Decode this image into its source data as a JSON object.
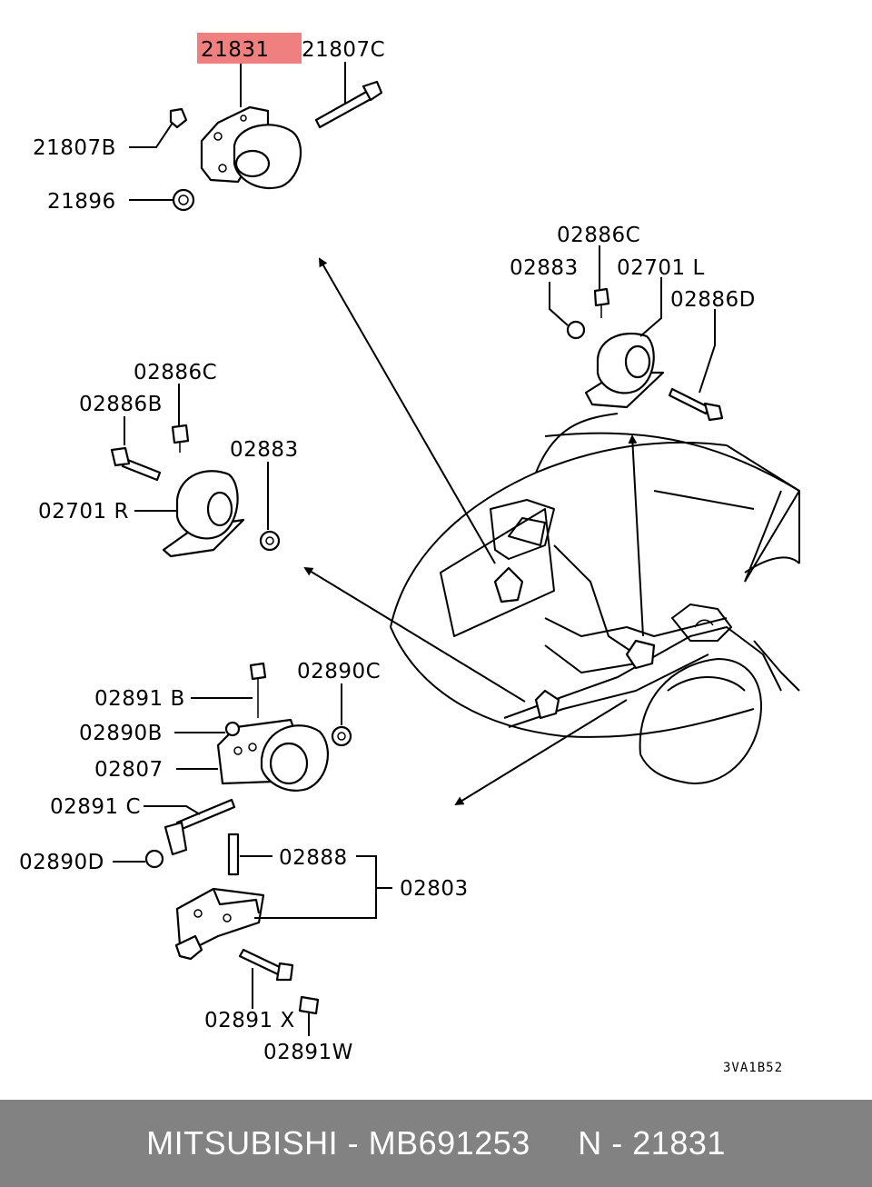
{
  "highlight_color": "#f08080",
  "footer_bg": "#828282",
  "labels": {
    "highlight": "21831",
    "l_21807C": "21807C",
    "l_21807B": "21807B",
    "l_21896": "21896",
    "l_02886C_top": "02886C",
    "l_02883_top": "02883",
    "l_02701L": "02701 L",
    "l_02886D": "02886D",
    "l_02886C_left": "02886C",
    "l_02886B": "02886B",
    "l_02883_left": "02883",
    "l_02701R": "02701 R",
    "l_02890C": "02890C",
    "l_02891B": "02891 B",
    "l_02890B": "02890B",
    "l_02807": "02807",
    "l_02891C": "02891 C",
    "l_02890D": "02890D",
    "l_02888": "02888",
    "l_02803": "02803",
    "l_02891X": "02891 X",
    "l_02891W": "02891W"
  },
  "diagram_code": "3VA1B52",
  "footer": {
    "brand": "MITSUBISHI",
    "separator1": " - ",
    "part_number": "MB691253",
    "gap": "     ",
    "ref_prefix": "N - ",
    "ref_number": "21831"
  }
}
